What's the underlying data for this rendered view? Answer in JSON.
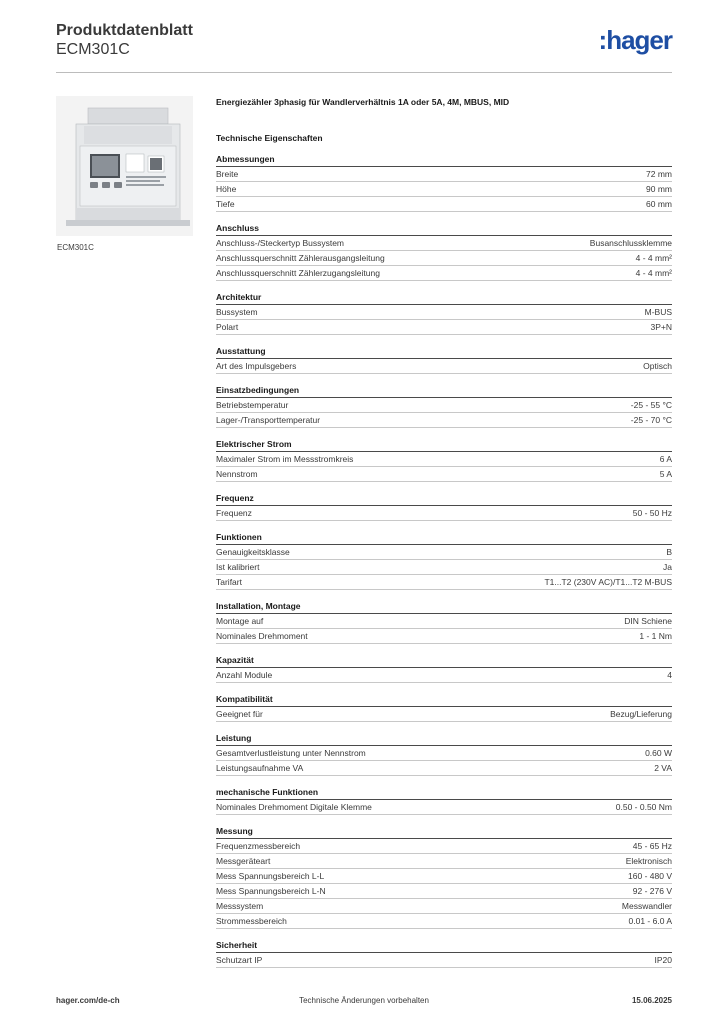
{
  "header": {
    "title": "Produktdatenblatt",
    "product_code": "ECM301C",
    "logo": ":hager"
  },
  "image": {
    "caption": "ECM301C"
  },
  "main": {
    "title": "Energiezähler 3phasig für Wandlerverhältnis 1A oder 5A, 4M, MBUS, MID",
    "tech_title": "Technische Eigenschaften"
  },
  "sections": [
    {
      "title": "Abmessungen",
      "rows": [
        [
          "Breite",
          "72 mm"
        ],
        [
          "Höhe",
          "90 mm"
        ],
        [
          "Tiefe",
          "60 mm"
        ]
      ]
    },
    {
      "title": "Anschluss",
      "rows": [
        [
          "Anschluss-/Steckertyp Bussystem",
          "Busanschlussklemme"
        ],
        [
          "Anschlussquerschnitt Zählerausgangsleitung",
          "4 - 4 mm²"
        ],
        [
          "Anschlussquerschnitt Zählerzugangsleitung",
          "4 - 4 mm²"
        ]
      ]
    },
    {
      "title": "Architektur",
      "rows": [
        [
          "Bussystem",
          "M-BUS"
        ],
        [
          "Polart",
          "3P+N"
        ]
      ]
    },
    {
      "title": "Ausstattung",
      "rows": [
        [
          "Art des Impulsgebers",
          "Optisch"
        ]
      ]
    },
    {
      "title": "Einsatzbedingungen",
      "rows": [
        [
          "Betriebstemperatur",
          "-25 - 55 °C"
        ],
        [
          "Lager-/Transporttemperatur",
          "-25 - 70 °C"
        ]
      ]
    },
    {
      "title": "Elektrischer Strom",
      "rows": [
        [
          "Maximaler Strom im Messstromkreis",
          "6 A"
        ],
        [
          "Nennstrom",
          "5 A"
        ]
      ]
    },
    {
      "title": "Frequenz",
      "rows": [
        [
          "Frequenz",
          "50 - 50 Hz"
        ]
      ]
    },
    {
      "title": "Funktionen",
      "rows": [
        [
          "Genauigkeitsklasse",
          "B"
        ],
        [
          "Ist kalibriert",
          "Ja"
        ],
        [
          "Tarifart",
          "T1...T2 (230V AC)/T1...T2 M-BUS"
        ]
      ]
    },
    {
      "title": "Installation, Montage",
      "rows": [
        [
          "Montage auf",
          "DIN Schiene"
        ],
        [
          "Nominales Drehmoment",
          "1 - 1 Nm"
        ]
      ]
    },
    {
      "title": "Kapazität",
      "rows": [
        [
          "Anzahl Module",
          "4"
        ]
      ]
    },
    {
      "title": "Kompatibilität",
      "rows": [
        [
          "Geeignet für",
          "Bezug/Lieferung"
        ]
      ]
    },
    {
      "title": "Leistung",
      "rows": [
        [
          "Gesamtverlustleistung unter Nennstrom",
          "0.60 W"
        ],
        [
          "Leistungsaufnahme VA",
          "2 VA"
        ]
      ]
    },
    {
      "title": "mechanische Funktionen",
      "rows": [
        [
          "Nominales Drehmoment Digitale Klemme",
          "0.50 - 0.50 Nm"
        ]
      ]
    },
    {
      "title": "Messung",
      "rows": [
        [
          "Frequenzmessbereich",
          "45 - 65 Hz"
        ],
        [
          "Messgeräteart",
          "Elektronisch"
        ],
        [
          "Mess Spannungsbereich L-L",
          "160 - 480 V"
        ],
        [
          "Mess Spannungsbereich L-N",
          "92 - 276 V"
        ],
        [
          "Messsystem",
          "Messwandler"
        ],
        [
          "Strommessbereich",
          "0.01 - 6.0 A"
        ]
      ]
    },
    {
      "title": "Sicherheit",
      "rows": [
        [
          "Schutzart IP",
          "IP20"
        ]
      ]
    }
  ],
  "footer": {
    "website": "hager.com/de-ch",
    "note": "Technische Änderungen vorbehalten",
    "date": "15.06.2025"
  }
}
